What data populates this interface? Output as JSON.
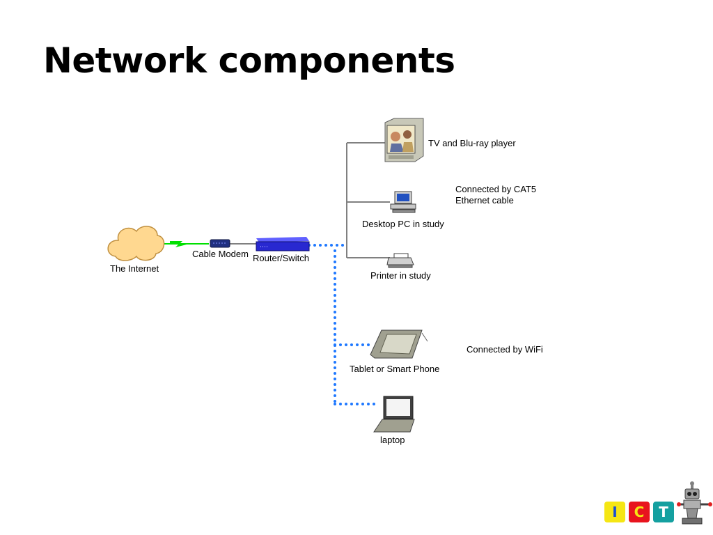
{
  "slide": {
    "title": "Network components"
  },
  "nodes": {
    "internet": "The Internet",
    "modem": "Cable Modem",
    "router": "Router/Switch",
    "tv": "TV and Blu-ray player",
    "desktop": "Desktop PC in study",
    "printer": "Printer in study",
    "tablet": "Tablet or Smart Phone",
    "laptop": "laptop"
  },
  "notes": {
    "wired_line1": "Connected by CAT5",
    "wired_line2": "Ethernet cable",
    "wifi": "Connected by WiFi"
  },
  "logo": {
    "letters": [
      "I",
      "C",
      "T"
    ],
    "colors": [
      "#f5e614",
      "#e8141e",
      "#14a0a0"
    ],
    "text_colors": [
      "#1b4fd0",
      "#f5e614",
      "#ffffff"
    ]
  },
  "colors": {
    "wired": "#808080",
    "wifi": "#1e78ff",
    "modem_link": "#00e000",
    "router": "#2828d0",
    "cloud": "#ffd890"
  }
}
